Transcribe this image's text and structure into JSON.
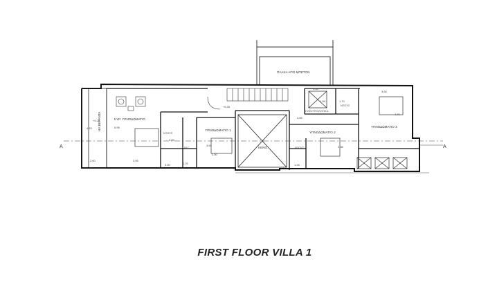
{
  "title": "FIRST FLOOR VILLA 1",
  "section_marker": "A",
  "rooms": {
    "veranda": "ΗΛ.ΒΕΡΑΝΤΑ",
    "master_bedroom": "ΚΥΡ. ΥΠΝΟΔΩΜΑΤΙΟ",
    "bedroom_1": "ΥΠΝΟΔΩΜΑΤΙΟ 1",
    "bedroom_2": "ΥΠΝΟΔΩΜΑΤΙΟ 2",
    "bedroom_3": "ΥΠΝΟΔΩΜΑΤΙΟ 3",
    "void": "ΚΕΝΟ",
    "shower_1": "ΝΤΟΥΣ",
    "shower_2": "ΝΤΟΥΣ",
    "shower_3": "ΝΤΟΥΣ",
    "wc": "W.C.",
    "laundry": "ΗΛΕΚΤΡΟΛΟΓΙΚΑ",
    "concrete_slab": "ΠΛΑΚΑ ΑΠΟ ΜΠΕΤΟΝ"
  },
  "dimensions": {
    "d_415": "4.15",
    "d_595": "5.95",
    "d_260": "2.60",
    "d_395": "3.95",
    "d_350": "3.50",
    "d_365a": "3.65",
    "d_365b": "3.65",
    "d_350b": "3.50",
    "d_125": "1.25",
    "d_150": "1.50",
    "d_170": "1.70",
    "d_380": "3.80",
    "d_470": "4.70",
    "d_235": "2.35",
    "d_385": "3.85",
    "d_125b": "1.25",
    "d_155": "1.55"
  },
  "levels": {
    "upper": "+5.28",
    "stair": "+5.35"
  }
}
